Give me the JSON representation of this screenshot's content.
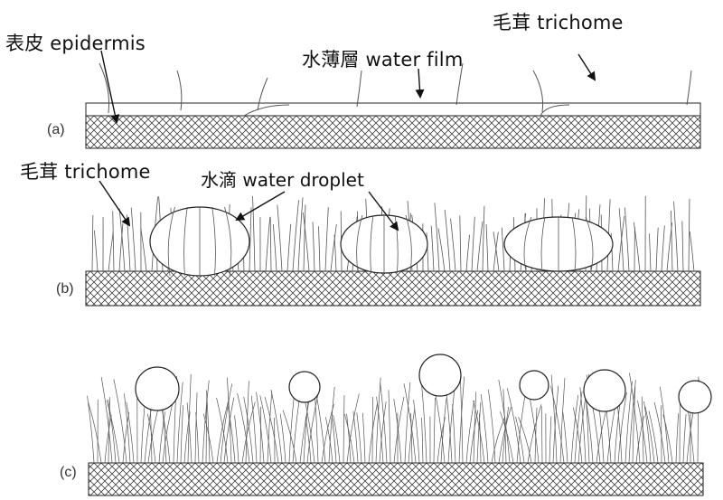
{
  "labels": {
    "epidermis": "表皮 epidermis",
    "water_film": "水薄層 water film",
    "trichome_a": "毛茸 trichome",
    "trichome_b": "毛茸 trichome",
    "water_droplet": "水滴 water droplet"
  },
  "panels": [
    "(a)",
    "(b)",
    "(c)"
  ],
  "colors": {
    "ink": "#1a1a1a",
    "hatch": "#444444",
    "hair": "#555555"
  }
}
